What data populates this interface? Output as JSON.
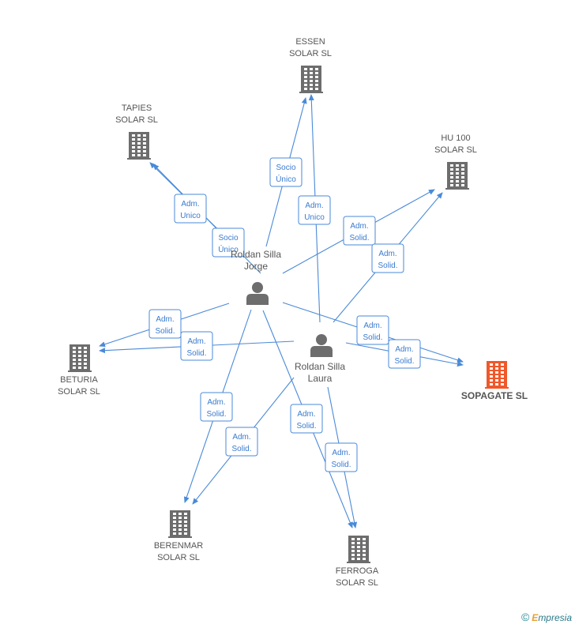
{
  "colors": {
    "edge": "#4a8ad8",
    "building": "#6d6d6d",
    "highlight": "#f0582a",
    "person": "#6d6d6d"
  },
  "persons": [
    {
      "id": "jorge",
      "label_lines": [
        "Roldan Silla",
        "Jorge"
      ],
      "icon": "person-icon"
    },
    {
      "id": "laura",
      "label_lines": [
        "Roldan Silla",
        "Laura"
      ],
      "icon": "person-icon"
    }
  ],
  "companies": [
    {
      "id": "essen",
      "label_lines": [
        "ESSEN",
        "SOLAR SL"
      ],
      "icon": "building-icon",
      "highlight": false
    },
    {
      "id": "tapies",
      "label_lines": [
        "TAPIES",
        "SOLAR SL"
      ],
      "icon": "building-icon",
      "highlight": false
    },
    {
      "id": "hu100",
      "label_lines": [
        "HU 100",
        "SOLAR SL"
      ],
      "icon": "building-icon",
      "highlight": false
    },
    {
      "id": "beturia",
      "label_lines": [
        "BETURIA",
        "SOLAR SL"
      ],
      "icon": "building-icon",
      "highlight": false
    },
    {
      "id": "sopagate",
      "label_lines": [
        "SOPAGATE SL"
      ],
      "icon": "building-icon",
      "highlight": true
    },
    {
      "id": "berenmar",
      "label_lines": [
        "BERENMAR",
        "SOLAR  SL"
      ],
      "icon": "building-icon",
      "highlight": false
    },
    {
      "id": "ferroga",
      "label_lines": [
        "FERROGA",
        "SOLAR SL"
      ],
      "icon": "building-icon",
      "highlight": false
    }
  ],
  "edges": [
    {
      "from": "jorge",
      "to": "essen",
      "label_lines": [
        "Socio",
        "Único"
      ]
    },
    {
      "from": "laura",
      "to": "essen",
      "label_lines": [
        "Adm.",
        "Unico"
      ]
    },
    {
      "from": "laura",
      "to": "tapies",
      "label_lines": [
        "Adm.",
        "Unico"
      ]
    },
    {
      "from": "jorge",
      "to": "tapies",
      "label_lines": [
        "Socio",
        "Único"
      ]
    },
    {
      "from": "jorge",
      "to": "hu100",
      "label_lines": [
        "Adm.",
        "Solid."
      ]
    },
    {
      "from": "laura",
      "to": "hu100",
      "label_lines": [
        "Adm.",
        "Solid."
      ]
    },
    {
      "from": "jorge",
      "to": "beturia",
      "label_lines": [
        "Adm.",
        "Solid."
      ]
    },
    {
      "from": "laura",
      "to": "beturia",
      "label_lines": [
        "Adm.",
        "Solid."
      ]
    },
    {
      "from": "jorge",
      "to": "sopagate",
      "label_lines": [
        "Adm.",
        "Solid."
      ]
    },
    {
      "from": "laura",
      "to": "sopagate",
      "label_lines": [
        "Adm.",
        "Solid."
      ]
    },
    {
      "from": "jorge",
      "to": "berenmar",
      "label_lines": [
        "Adm.",
        "Solid."
      ]
    },
    {
      "from": "laura",
      "to": "berenmar",
      "label_lines": [
        "Adm.",
        "Solid."
      ]
    },
    {
      "from": "jorge",
      "to": "ferroga",
      "label_lines": [
        "Adm.",
        "Solid."
      ]
    },
    {
      "from": "laura",
      "to": "ferroga",
      "label_lines": [
        "Adm.",
        "Solid."
      ]
    }
  ],
  "footer": {
    "copyright": "©",
    "brand_first": "E",
    "brand_rest": "mpresia"
  }
}
